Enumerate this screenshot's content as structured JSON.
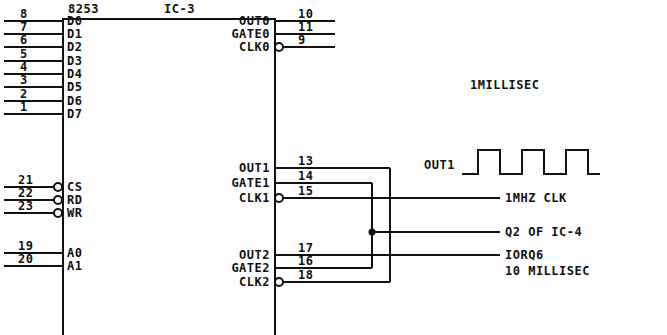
{
  "diagram": {
    "nodes": [
      {
        "text": [
          "8253",
          "IC-3"
        ]
      }
    ],
    "labels": [
      "8",
      "D0",
      "7",
      "D1",
      "6",
      "D2",
      "5",
      "D3",
      "4",
      "D4",
      "3",
      "D5",
      "2",
      "D6",
      "1",
      "D7",
      "21",
      "CS",
      "22",
      "RD",
      "23",
      "WR",
      "19",
      "A0",
      "20",
      "A1",
      "OUT0",
      "10",
      "GATE0",
      "11",
      "CLK0",
      "9",
      "OUT1",
      "13",
      "GATE1",
      "14",
      "CLK1",
      "15",
      "OUT2",
      "17",
      "GATE2",
      "16",
      "CLK2",
      "18",
      "1MILLISEC",
      "OUT1",
      "1MHZ CLK",
      "Q2 OF IC-4",
      "IORQ6",
      "10 MILLISEC"
    ]
  }
}
